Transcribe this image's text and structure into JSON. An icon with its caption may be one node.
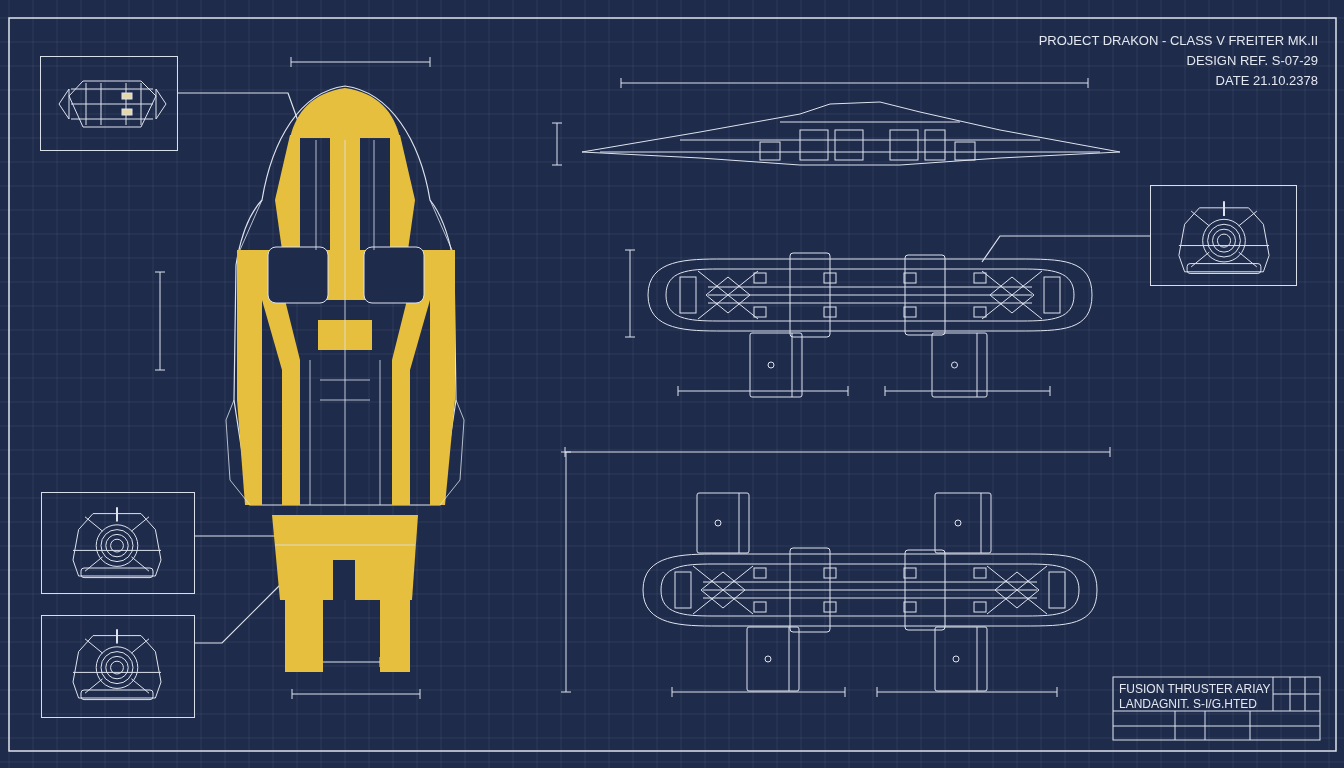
{
  "diagram": {
    "title": "PROJECT DRAKON - CLASS V FREITER MK.II",
    "nodes": [
      {
        "text": [],
        "shape": "picture"
      },
      {
        "text": [],
        "shape": "picture"
      },
      {
        "text": [],
        "shape": "picture"
      },
      {
        "text": [],
        "shape": "picture"
      },
      {
        "text": [],
        "shape": "picture"
      },
      {
        "text": [],
        "shape": "picture"
      },
      {
        "text": [],
        "shape": "picture"
      },
      {
        "text": [],
        "shape": "picture"
      }
    ],
    "edges": [
      {
        "from": 0,
        "to": 1,
        "arrow": "none"
      },
      {
        "from": 4,
        "to": 3,
        "arrow": "none"
      },
      {
        "from": 6,
        "to": 1,
        "arrow": "none"
      },
      {
        "from": 7,
        "to": 1,
        "arrow": "none"
      }
    ],
    "labels": [
      "DESIGN REF. S-07-29",
      "DATE 21.10.2378",
      "FUSION THRUSTER ARIAY",
      "LANDAGNIT. S-I/G.HTED"
    ]
  }
}
